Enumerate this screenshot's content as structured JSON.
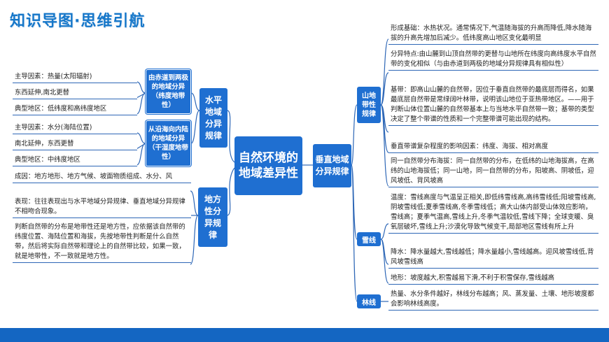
{
  "title": "知识导图·思维引航",
  "center": "自然环境的地域差异性",
  "left": {
    "horizontal": {
      "label": "水平地域分异规律",
      "lat": {
        "label": "由赤道到两极的地域分异（纬度地带性）",
        "items": [
          "主导因素：热量(太阳辐射)",
          "东西延伸,南北更替",
          "典型地区：低纬度和高纬度地区"
        ]
      },
      "sea": {
        "label": "从沿海向内陆的地域分异（干湿度地带性）",
        "items": [
          "主导因素：水分(海陆位置)",
          "南北延伸，东西更替",
          "典型地区：中纬度地区"
        ]
      }
    },
    "local": {
      "label": "地方性分异规律",
      "items": [
        "成因：地方地形、地方气候、坡面物质组成、水分、风",
        "表现：往往表现出与水平地域分异规律、垂直地域分异规律不相吻合现象。",
        "判断自然带的分布是地带性还是地方性，应依据该自然带的纬度位置、海陆位置和海拔，先按地带性判断是什么自然带，然后将实际自然带和理论上的自然带比较，如果一致，就是地带性，不一致就是地方性。"
      ]
    }
  },
  "right": {
    "vertical": {
      "label": "垂直地域分异规律",
      "belt": {
        "label": "山地带性规律",
        "items": [
          "形成基础：水热状况。通常情况下,气温随海拔的升高而降低,降水随海拔的升高先增加后减少。低纬度高山地区变化最明显",
          "分异特点:由山麓到山顶自然带的更替与山地所在纬度向高纬度水平自然带的变化相似（与由赤道到两极的地域分异规律具有相似性）",
          "基带：即高山山麓的自然带，因位于垂直自然带的最底层而得名，如果最底层自然带是常绿阔叶林带，说明该山地位于亚热带地区。——用于判断山体位置山麓的自然带基本上与当地水平自然带一致；基带的类型决定了整个带谱的性质和一个完整带谱可能出现的结构。",
          "垂直带谱复杂程度的影响因素：纬度、海拔、相对高度",
          "同一自然带分布海拔：同一自然带的分布，在低纬的山地海拔高，在高纬的山地海拔低；同一山地，同一自然带的分布，阳坡高、阴坡低，迎风坡低、背风坡高"
        ]
      },
      "snow": {
        "label": "雪线",
        "items": [
          "温度：雪线高度与气温呈正相关,即低纬雪线高,高纬雪线低;阳坡雪线高,阴坡雪线低;夏季雪线高,冬季雪线低；高大山体内部受山体效应影响，雪线高；夏季气温高,雪线上升,冬季气温较低,雪线下降；全球变暖、臭氧层破坏,雪线上升;沙漠化导致气候变干,局部地区雪线有所上升",
          "降水：降水量越大,雪线越低；降水量越小,雪线越高。迎风坡雪线低,背风坡雪线高",
          "地形：坡度越大,积雪越易下滑,不利于积雪保存,雪线越高"
        ]
      },
      "tree": {
        "label": "林线",
        "items": [
          "热量、水分条件越好，林线分布越高；风、蒸发量、土壤、地形坡度都会影响林线高度。"
        ]
      }
    }
  }
}
